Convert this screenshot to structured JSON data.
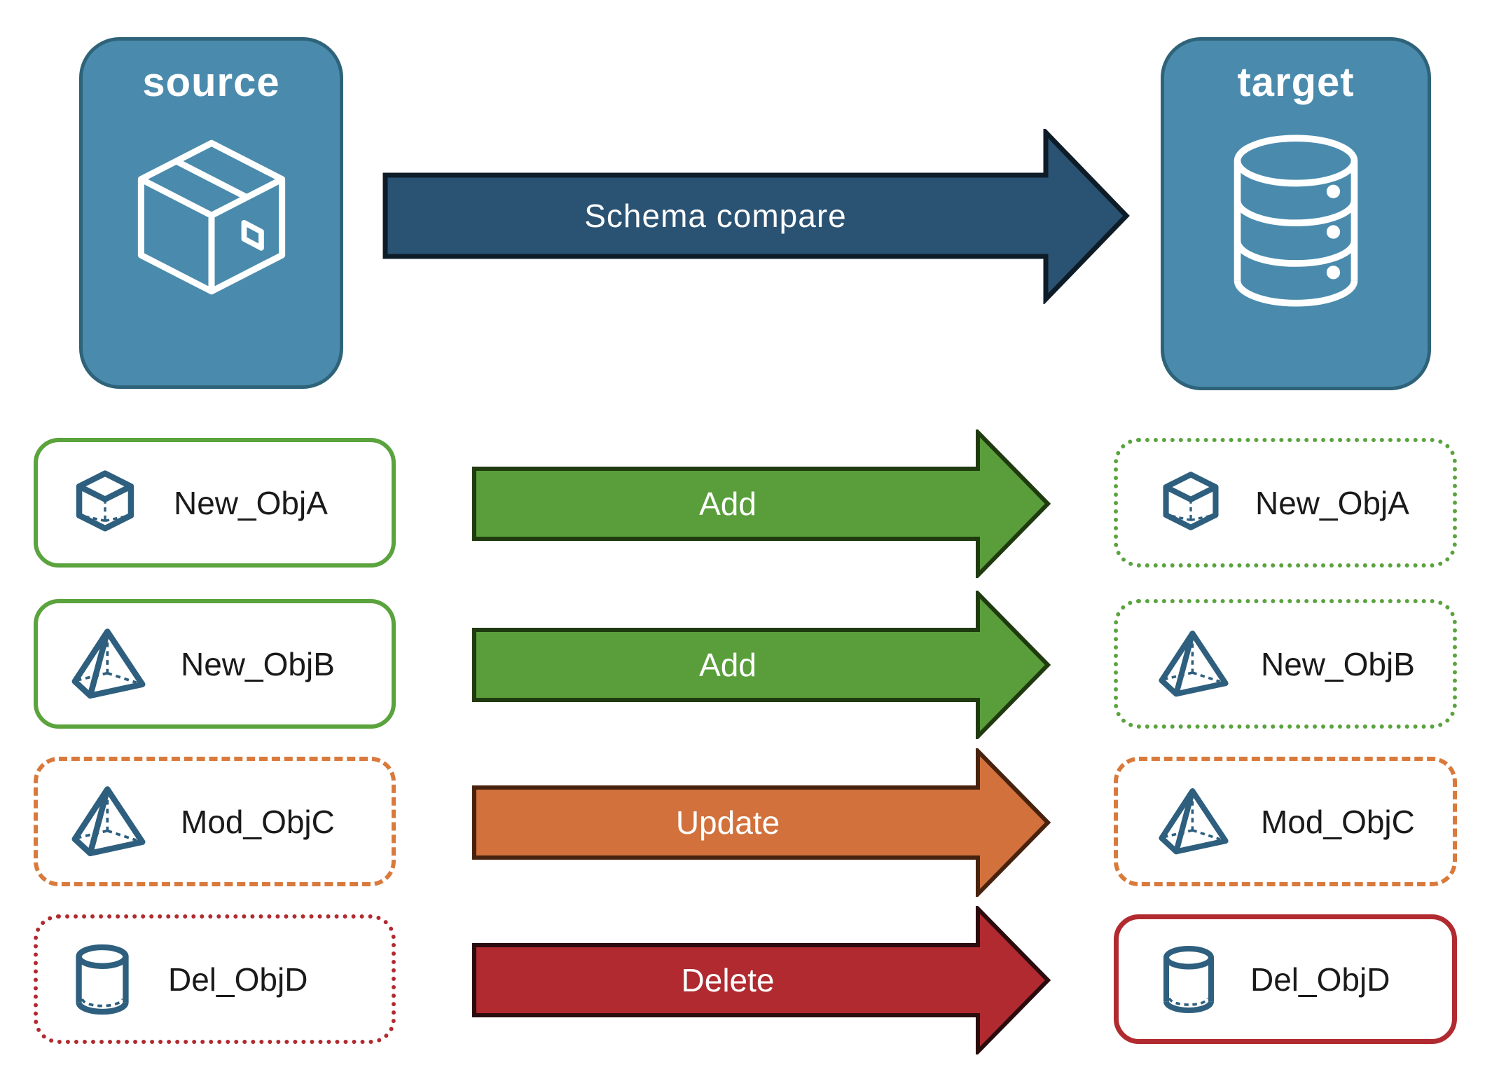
{
  "source_box": {
    "title": "source",
    "icon": "package-icon"
  },
  "target_box": {
    "title": "target",
    "icon": "database-icon"
  },
  "compare_arrow": {
    "label": "Schema compare"
  },
  "rows": [
    {
      "object": "New_ObjA",
      "action": "Add",
      "icon": "cube-icon",
      "source_border": "solid-green",
      "target_border": "dotted-green"
    },
    {
      "object": "New_ObjB",
      "action": "Add",
      "icon": "pyramid-icon",
      "source_border": "solid-green",
      "target_border": "dotted-green"
    },
    {
      "object": "Mod_ObjC",
      "action": "Update",
      "icon": "pyramid-icon",
      "source_border": "dashed-orange",
      "target_border": "dashed-orange"
    },
    {
      "object": "Del_ObjD",
      "action": "Delete",
      "icon": "cylinder-icon",
      "source_border": "dotted-red",
      "target_border": "solid-red"
    }
  ],
  "colors": {
    "node_fill": "#4A8BAD",
    "node_border": "#2E6379",
    "compare_arrow_fill": "#2A5273",
    "compare_arrow_border": "#0E1C28",
    "add_arrow_fill": "#599E3A",
    "add_arrow_border": "#203A10",
    "update_arrow_fill": "#D2713C",
    "update_arrow_border": "#47220E",
    "delete_arrow_fill": "#B02A2F",
    "delete_arrow_border": "#2A0C0E",
    "green_outline": "#5AA33D",
    "orange_outline": "#D97A3C",
    "red_outline": "#B12A2F",
    "icon_stroke": "#2E5F7E",
    "label_text": "#1A1A1A",
    "arrow_text": "#FFFFFF"
  }
}
